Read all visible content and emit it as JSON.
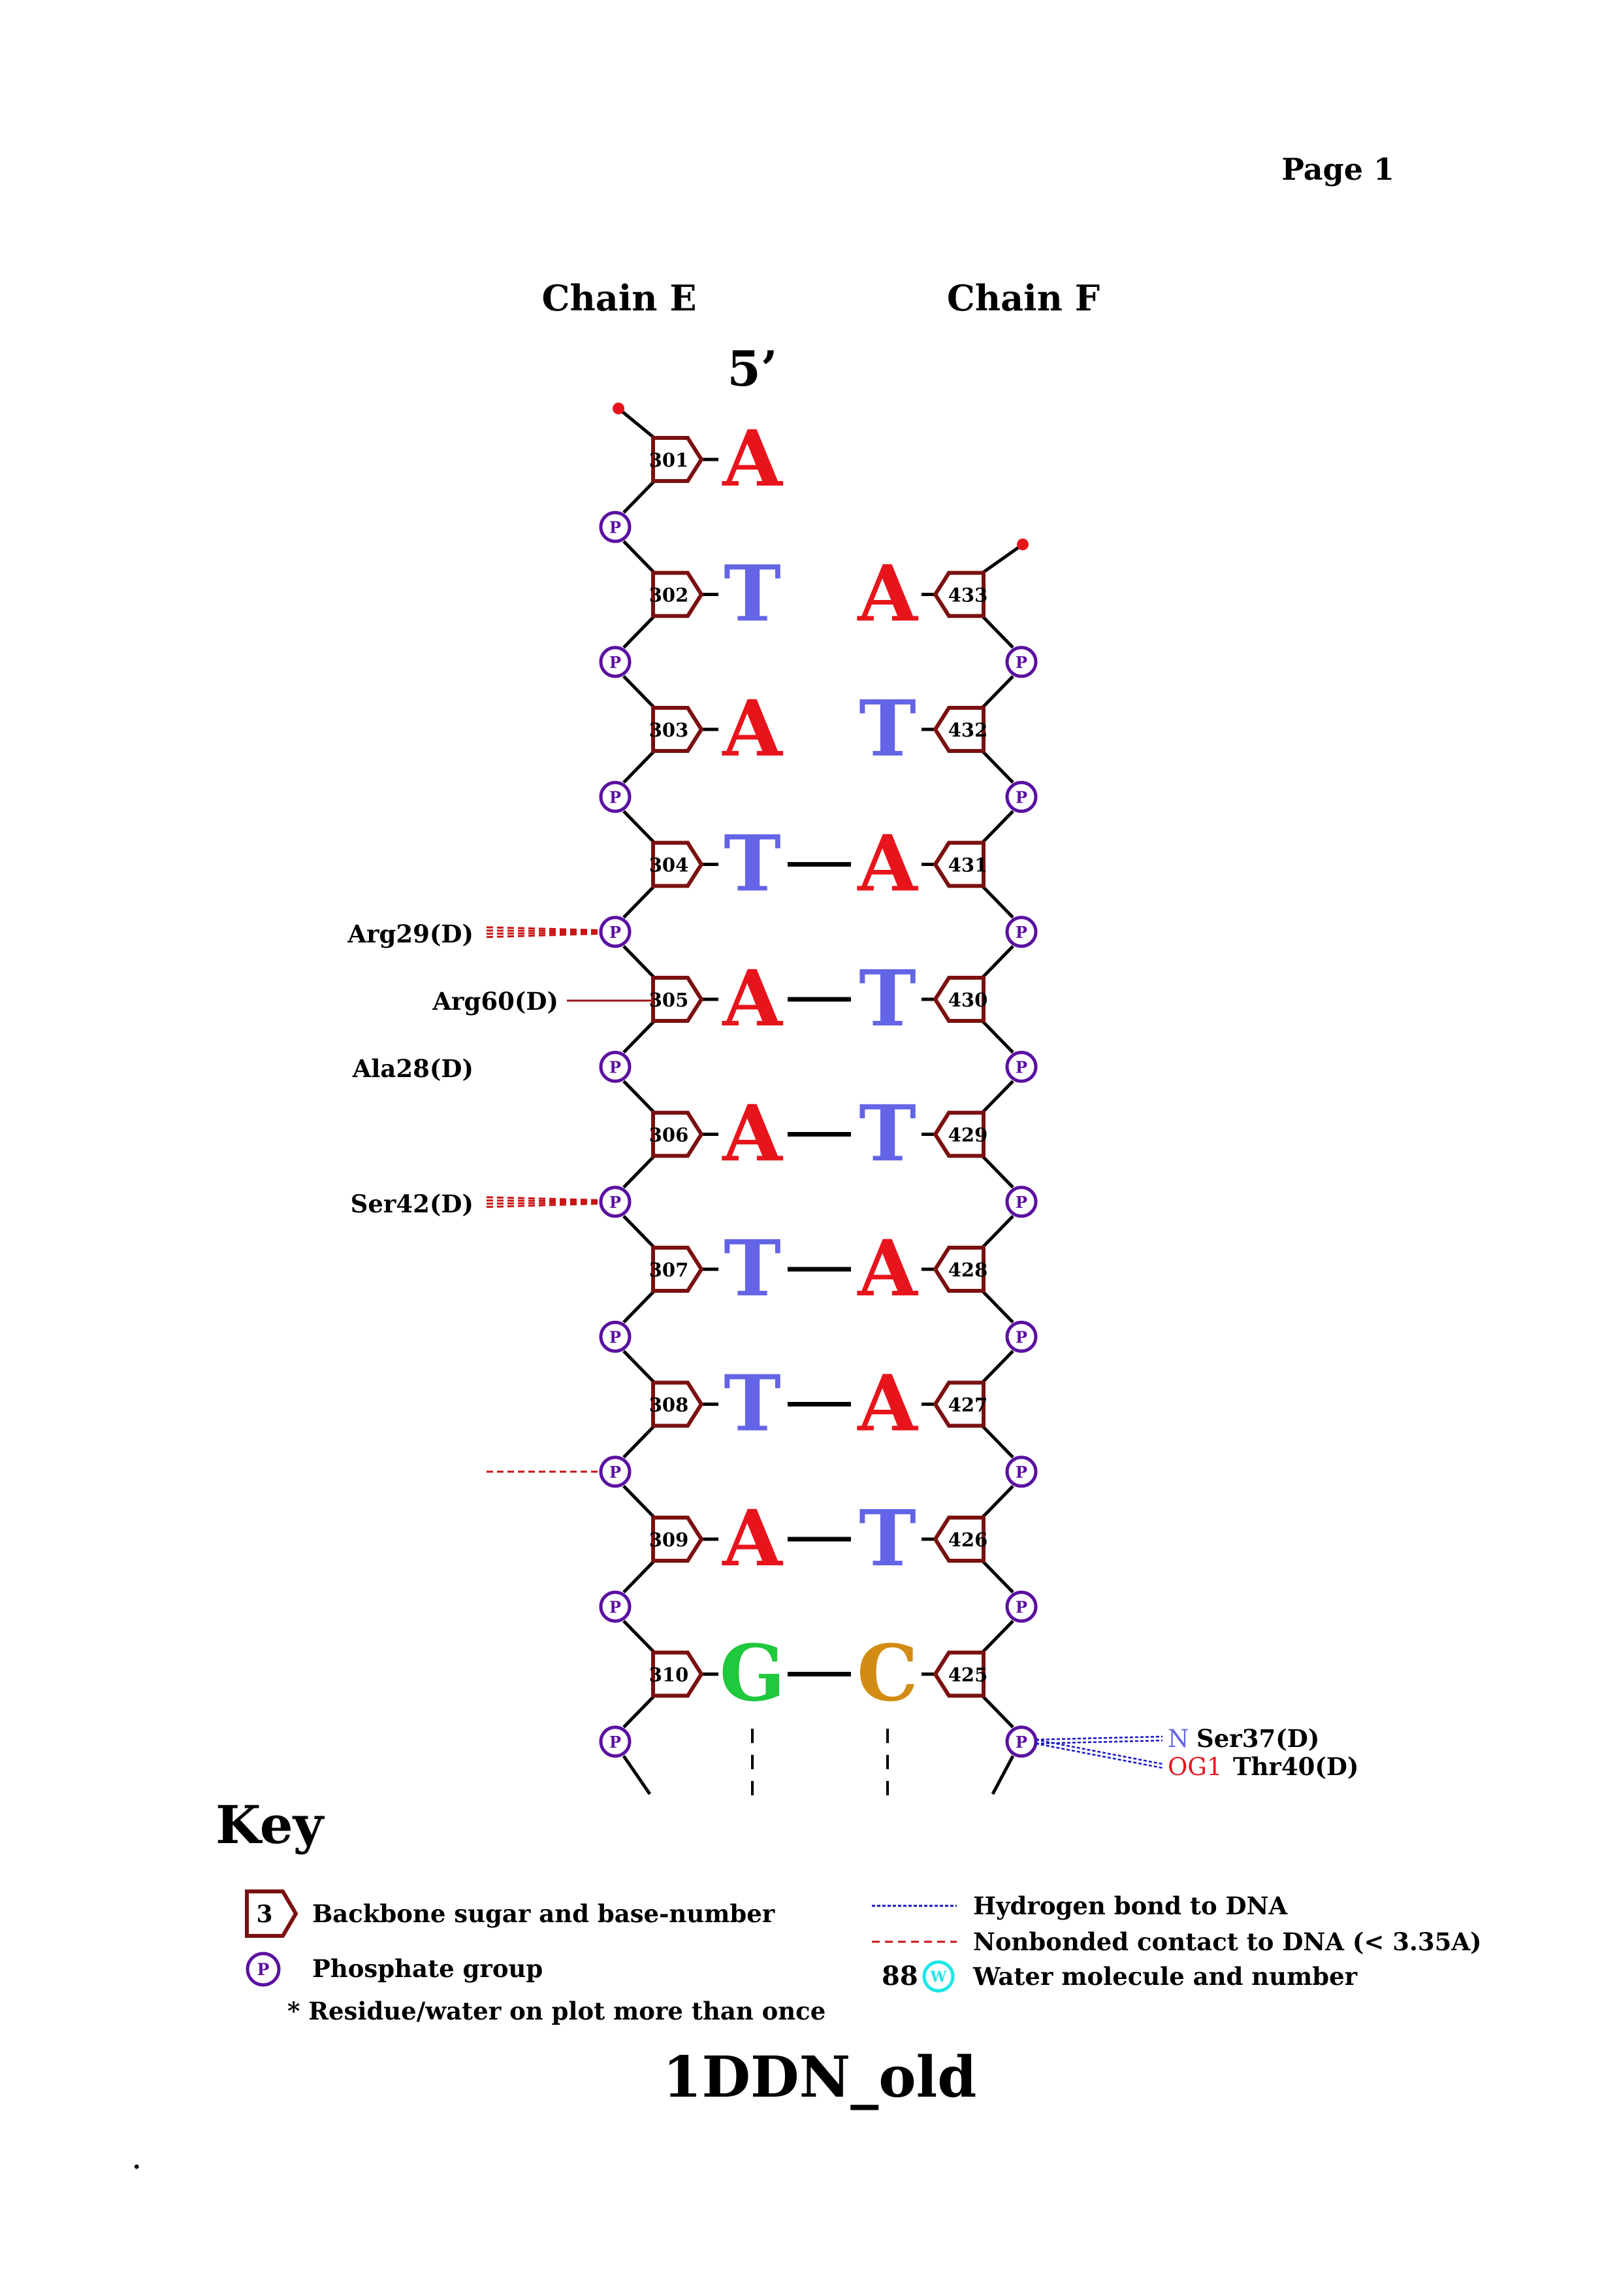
{
  "page_label": "Page 1",
  "chains": {
    "left": "Chain E",
    "right": "Chain F"
  },
  "five_prime_label": "5’",
  "colors": {
    "A": "#e8141c",
    "T": "#6464e6",
    "G": "#1fc83c",
    "C": "#d28c14",
    "sugar": "#7a1010",
    "phosphate": "#5a10a0",
    "backbone": "#000000",
    "hbond": "#1414c8",
    "nonbonded": "#c81414",
    "water": "#1ee6e6",
    "atom_N": "#6464e6",
    "atom_O": "#e8141c",
    "terminus": "#e8141c"
  },
  "pairs": [
    {
      "e_num": "301",
      "e_base": "A",
      "f_num": "",
      "f_base": "",
      "paired": false
    },
    {
      "e_num": "302",
      "e_base": "T",
      "f_num": "433",
      "f_base": "A",
      "paired": false
    },
    {
      "e_num": "303",
      "e_base": "A",
      "f_num": "432",
      "f_base": "T",
      "paired": false
    },
    {
      "e_num": "304",
      "e_base": "T",
      "f_num": "431",
      "f_base": "A",
      "paired": true
    },
    {
      "e_num": "305",
      "e_base": "A",
      "f_num": "430",
      "f_base": "T",
      "paired": true
    },
    {
      "e_num": "306",
      "e_base": "A",
      "f_num": "429",
      "f_base": "T",
      "paired": true
    },
    {
      "e_num": "307",
      "e_base": "T",
      "f_num": "428",
      "f_base": "A",
      "paired": true
    },
    {
      "e_num": "308",
      "e_base": "T",
      "f_num": "427",
      "f_base": "A",
      "paired": true
    },
    {
      "e_num": "309",
      "e_base": "A",
      "f_num": "426",
      "f_base": "T",
      "paired": true
    },
    {
      "e_num": "310",
      "e_base": "G",
      "f_num": "425",
      "f_base": "C",
      "paired": true
    }
  ],
  "phosphate_letter": "P",
  "contacts_left": [
    {
      "label": "Arg29(D)",
      "type": "nonbonded-multi"
    },
    {
      "label": "Arg60(D)",
      "type": "solid"
    },
    {
      "label": "Ala28(D)",
      "type": "nonbonded-multi"
    },
    {
      "label": "Ser42(D)",
      "type": "nonbonded"
    }
  ],
  "contacts_right": [
    {
      "atom": "N",
      "residue": "Ser37(D)"
    },
    {
      "atom": "OG1",
      "residue": "Thr40(D)"
    }
  ],
  "key": {
    "title": "Key",
    "sugar_number": "3",
    "sugar_label": "Backbone sugar and base-number",
    "phosphate_label": "Phosphate group",
    "multi_label": "* Residue/water on plot more than once",
    "hbond_label": "Hydrogen bond to DNA",
    "nonbonded_label": "Nonbonded contact to DNA (< 3.35A)",
    "water_number": "88",
    "water_letter": "W",
    "water_label": "Water molecule and number"
  },
  "structure_title": "1DDN_old",
  "footer_dot": "."
}
